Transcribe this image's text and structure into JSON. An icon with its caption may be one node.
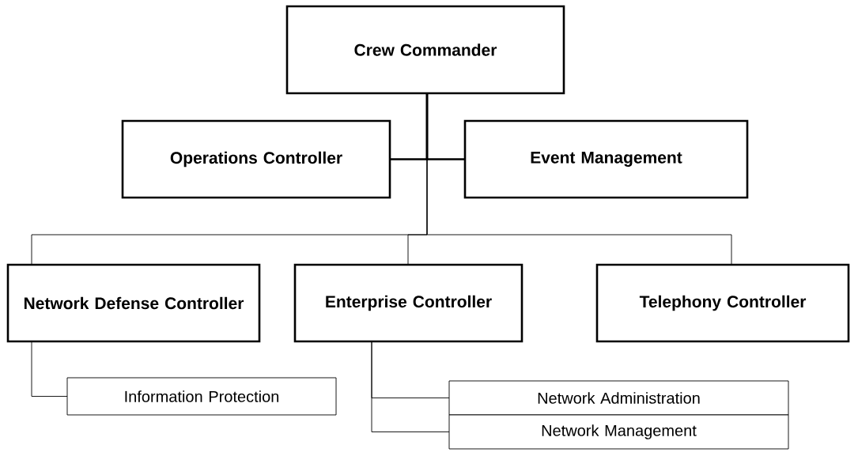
{
  "diagram": {
    "nodes": [
      {
        "text": [
          "Crew Commander"
        ]
      },
      {
        "text": [
          "Operations Controller"
        ]
      },
      {
        "text": [
          "Event Management"
        ]
      },
      {
        "text": [
          "Network Defense Controller"
        ]
      },
      {
        "text": [
          "Enterprise Controller"
        ]
      },
      {
        "text": [
          "Telephony Controller"
        ]
      },
      {
        "text": [
          "Information Protection"
        ]
      },
      {
        "text": [
          "Network Administration"
        ]
      },
      {
        "text": [
          "Network Management"
        ]
      }
    ],
    "edges": [
      {
        "from": 0,
        "to": 1,
        "arrow": "none",
        "style": "thick"
      },
      {
        "from": 0,
        "to": 2,
        "arrow": "none",
        "style": "thick"
      },
      {
        "from": 0,
        "to": 3,
        "arrow": "none"
      },
      {
        "from": 0,
        "to": 4,
        "arrow": "none"
      },
      {
        "from": 0,
        "to": 5,
        "arrow": "none"
      },
      {
        "from": 3,
        "to": 6,
        "arrow": "none"
      },
      {
        "from": 4,
        "to": 7,
        "arrow": "none"
      },
      {
        "from": 4,
        "to": 8,
        "arrow": "none"
      }
    ]
  }
}
